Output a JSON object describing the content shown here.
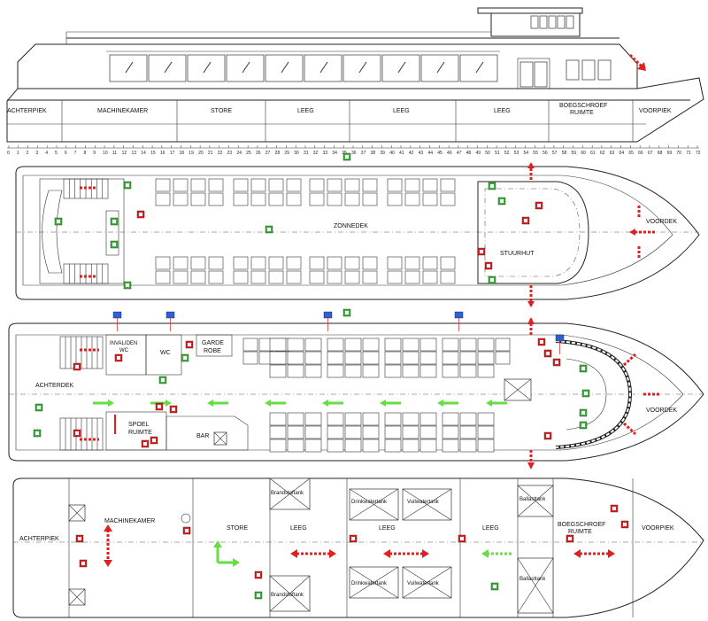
{
  "colors": {
    "line": "#222222",
    "safety_green": "#3cb43c",
    "escape_red": "#e02020",
    "arrow_green": "#66dd44",
    "sign_blue": "#2f5fd0"
  },
  "side_view": {
    "compartments": [
      {
        "label": "ACHTERPIEK"
      },
      {
        "label": "MACHINEKAMER"
      },
      {
        "label": "STORE"
      },
      {
        "label": "LEEG"
      },
      {
        "label": "LEEG"
      },
      {
        "label": "LEEG"
      },
      {
        "label": "BOEGSCHROEF\nRUIMTE"
      },
      {
        "label": "VOORPIEK"
      }
    ],
    "frame_numbers": [
      "0",
      "1",
      "2",
      "3",
      "4",
      "5",
      "6",
      "7",
      "8",
      "9",
      "10",
      "11",
      "12",
      "13",
      "14",
      "15",
      "16",
      "17",
      "18",
      "19",
      "20",
      "21",
      "22",
      "23",
      "24",
      "25",
      "26",
      "27",
      "28",
      "29",
      "30",
      "31",
      "32",
      "33",
      "34",
      "35",
      "36",
      "37",
      "38",
      "39",
      "40",
      "41",
      "42",
      "43",
      "44",
      "45",
      "46",
      "47",
      "48",
      "49",
      "50",
      "51",
      "52",
      "53",
      "54",
      "55",
      "56",
      "57",
      "58",
      "59",
      "60",
      "61",
      "62",
      "63",
      "64",
      "65",
      "66",
      "67",
      "68",
      "69",
      "70",
      "71",
      "72"
    ]
  },
  "sun_deck": {
    "labels": {
      "main": "ZONNEDEK",
      "wheelhouse": "STUURHUT",
      "bow": "VOORDEK"
    }
  },
  "main_deck": {
    "labels": {
      "aft": "ACHTERDEK",
      "disabled_wc": "INVALIDEN\nWC",
      "wc": "WC",
      "cloakroom": "GARDE\nROBE",
      "scullery": "SPOEL\nRUIMTE",
      "bar": "BAR",
      "bow": "VOORDEK"
    }
  },
  "lower_deck": {
    "labels": {
      "aft_peak": "ACHTERPIEK",
      "engine_room": "MACHINEKAMER",
      "store": "STORE",
      "empty_1": "LEEG",
      "empty_2": "LEEG",
      "empty_3": "LEEG",
      "bow_thruster": "BOEGSCHROEF\nRUIMTE",
      "fore_peak": "VOORPIEK"
    },
    "tanks": {
      "fuel_top": "Brandstoftank",
      "fuel_bottom": "Brandstoftank",
      "drinking_top": "Drinkwatertank",
      "drinking_bottom": "Drinkwatertank",
      "sewage_top": "Vuilwatertank",
      "sewage_bottom": "Vuilwatertank",
      "ballast_top": "Ballasttank",
      "ballast_bottom": "Ballasttank"
    }
  }
}
